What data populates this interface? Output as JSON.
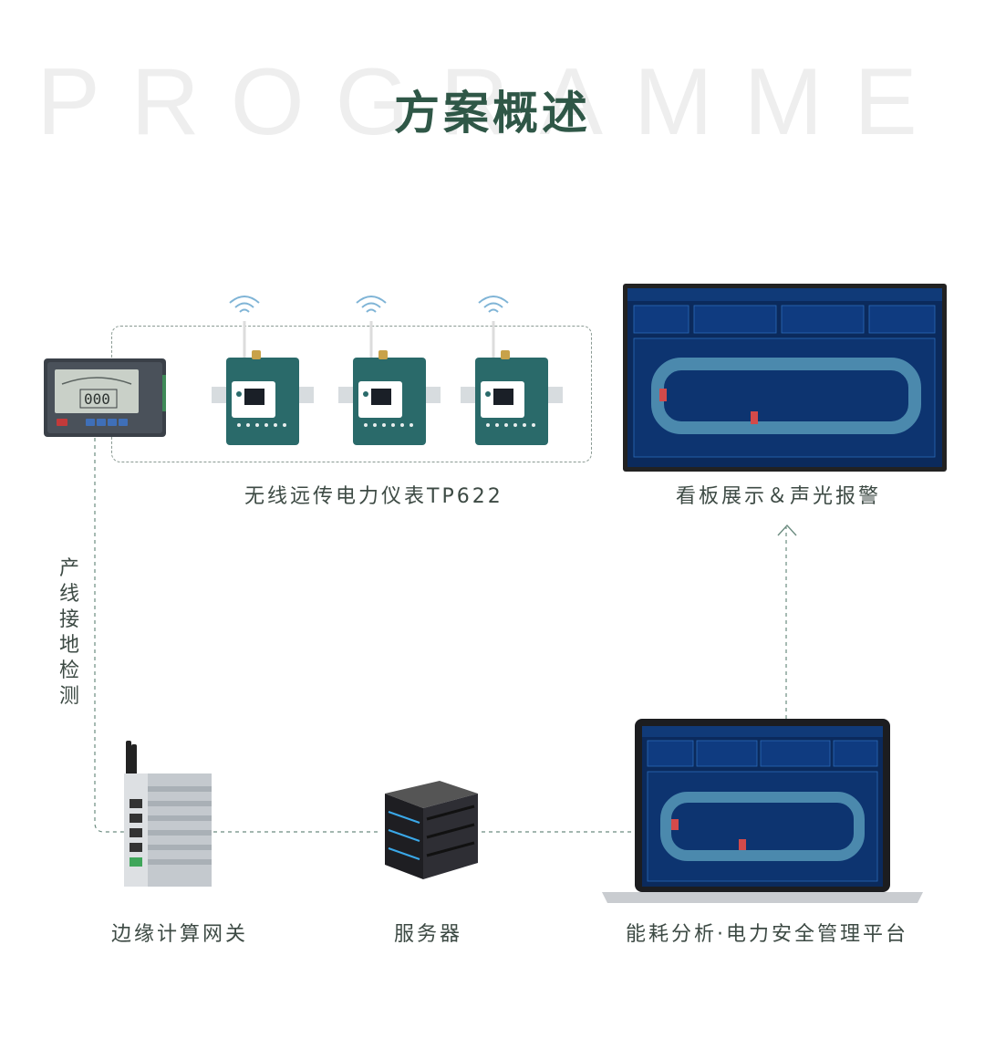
{
  "header": {
    "bg_word": "PROGRAMME",
    "title": "方案概述"
  },
  "labels": {
    "wireless_meter": "无线远传电力仪表TP622",
    "dashboard": "看板展示＆声光报警",
    "line_ground": "产线接地检测",
    "gateway": "边缘计算网关",
    "server": "服务器",
    "platform": "能耗分析·电力安全管理平台"
  },
  "colors": {
    "title": "#2f5747",
    "label": "#3d4a44",
    "connector": "#6c8c80",
    "module": "#2a6a6a",
    "dashboard_bg": "#0b2a5c"
  },
  "icons": [
    "meter-device",
    "wifi-icon",
    "power-module",
    "dashboard-screen",
    "laptop",
    "edge-gateway",
    "server"
  ]
}
